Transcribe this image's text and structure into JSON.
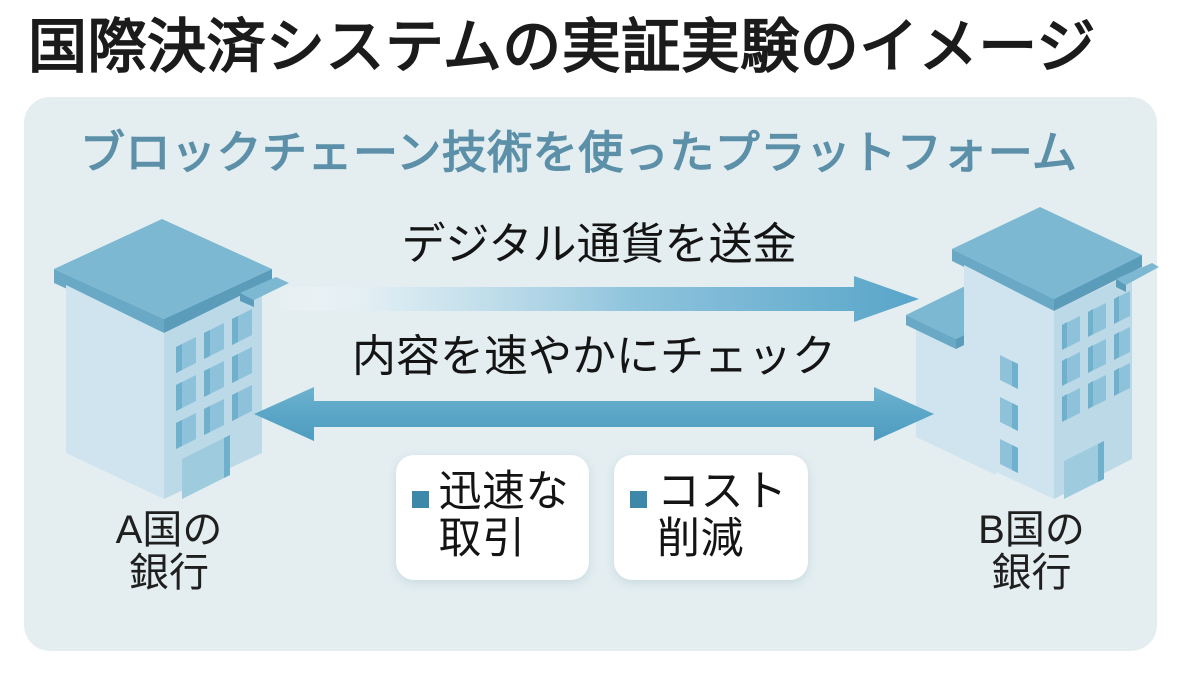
{
  "title": "国際決済システムの実証実験のイメージ",
  "panel": {
    "subtitle": "ブロックチェーン技術を使ったプラットフォーム",
    "background_color": "#e4eef1"
  },
  "nodes": {
    "left_bank": {
      "label": "A国の\n銀行",
      "icon": "office-building-icon"
    },
    "right_bank": {
      "label": "B国の\n銀行",
      "icon": "office-building-icon"
    }
  },
  "flows": [
    {
      "id": "remittance",
      "label": "デジタル通貨を送金",
      "direction": "left-to-right",
      "style": "gradient",
      "color": "#5ba7cb"
    },
    {
      "id": "verification",
      "label": "内容を速やかにチェック",
      "direction": "bidirectional",
      "style": "solid",
      "color": "#5ba5c4"
    }
  ],
  "benefits": [
    {
      "label": "迅速な\n取引",
      "bullet_color": "#3d87a8"
    },
    {
      "label": "コスト\n削減",
      "bullet_color": "#3d87a8"
    }
  ],
  "colors": {
    "title_text": "#1b1b1b",
    "subtitle_text": "#5c8fa8",
    "panel_bg": "#e4eef1",
    "accent_blue": "#5ba5c4",
    "building_light": "#cfe4ee",
    "building_mid": "#bcd9e8",
    "building_roof": "#7cb8d2",
    "window_blue": "#8dc2da"
  }
}
